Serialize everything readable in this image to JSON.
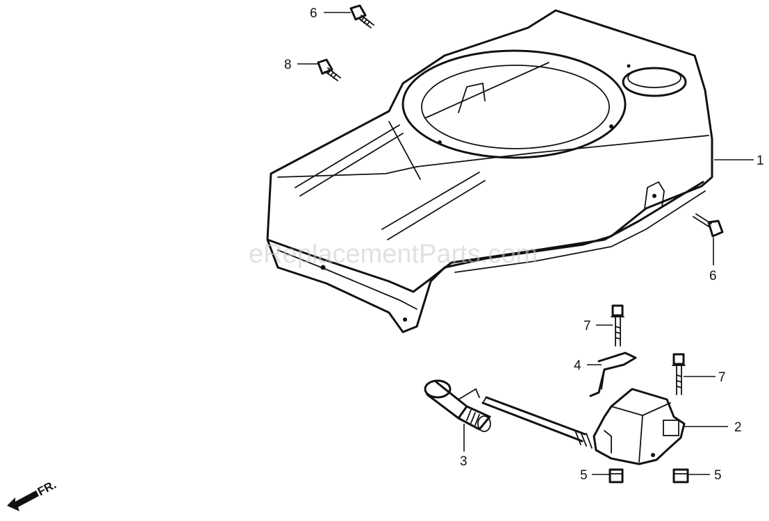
{
  "watermark": "eReplacementParts.com",
  "direction_label": "FR.",
  "callouts": {
    "shroud_1": "1",
    "switch_2": "2",
    "cap_3": "3",
    "bracket_4": "4",
    "nut_5_left": "5",
    "nut_5_right": "5",
    "bolt_6_top": "6",
    "bolt_6_right": "6",
    "bolt_7_left": "7",
    "bolt_7_right": "7",
    "bolt_8": "8"
  }
}
